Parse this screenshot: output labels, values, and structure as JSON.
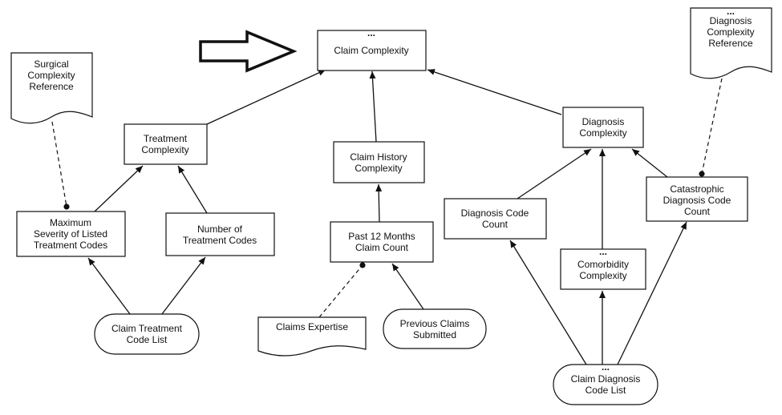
{
  "nodes": {
    "claim_complexity": {
      "label": [
        "Claim Complexity"
      ],
      "dots": "..."
    },
    "treatment_complexity": {
      "label": [
        "Treatment",
        "Complexity"
      ]
    },
    "claim_history_complexity": {
      "label": [
        "Claim History",
        "Complexity"
      ]
    },
    "diagnosis_complexity": {
      "label": [
        "Diagnosis",
        "Complexity"
      ]
    },
    "max_severity": {
      "label": [
        "Maximum",
        "Severity of Listed",
        "Treatment Codes"
      ]
    },
    "num_treatment_codes": {
      "label": [
        "Number of",
        "Treatment Codes"
      ]
    },
    "past_12_months": {
      "label": [
        "Past 12 Months",
        "Claim Count"
      ]
    },
    "diagnosis_code_count": {
      "label": [
        "Diagnosis Code",
        "Count"
      ]
    },
    "comorbidity_complexity": {
      "label": [
        "Comorbidity",
        "Complexity"
      ],
      "dots": "..."
    },
    "catastrophic_dx_count": {
      "label": [
        "Catastrophic",
        "Diagnosis Code",
        "Count"
      ]
    },
    "claim_treatment_code_list": {
      "label": [
        "Claim Treatment",
        "Code List"
      ]
    },
    "previous_claims_submitted": {
      "label": [
        "Previous Claims",
        "Submitted"
      ]
    },
    "claim_diagnosis_code_list": {
      "label": [
        "Claim Diagnosis",
        "Code List"
      ],
      "dots": "..."
    },
    "surgical_complexity_reference": {
      "label": [
        "Surgical",
        "Complexity",
        "Reference"
      ]
    },
    "diagnosis_complexity_reference": {
      "label": [
        "Diagnosis",
        "Complexity",
        "Reference"
      ],
      "dots": "..."
    },
    "claims_expertise": {
      "label": [
        "Claims Expertise"
      ]
    }
  }
}
